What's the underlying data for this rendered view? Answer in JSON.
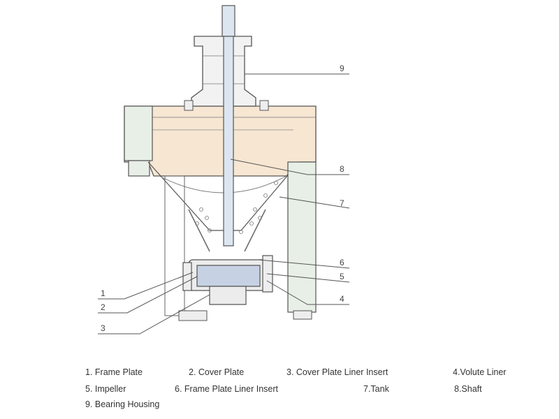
{
  "diagram": {
    "callouts": {
      "c1": "1",
      "c2": "2",
      "c3": "3",
      "c4": "4",
      "c5": "5",
      "c6": "6",
      "c7": "7",
      "c8": "8",
      "c9": "9"
    }
  },
  "legend": {
    "items": [
      "1. Frame Plate",
      "2. Cover Plate",
      "3. Cover Plate Liner Insert",
      "4.Volute Liner",
      "5. Impeller",
      "6. Frame Plate Liner Insert",
      "7.Tank",
      "8.Shaft",
      "9. Bearing Housing"
    ]
  },
  "colors": {
    "tank_fill": "#f6e6d2",
    "impeller_fill": "#c6d2e4",
    "shaft_fill": "#dde6f0",
    "line": "#555555"
  }
}
